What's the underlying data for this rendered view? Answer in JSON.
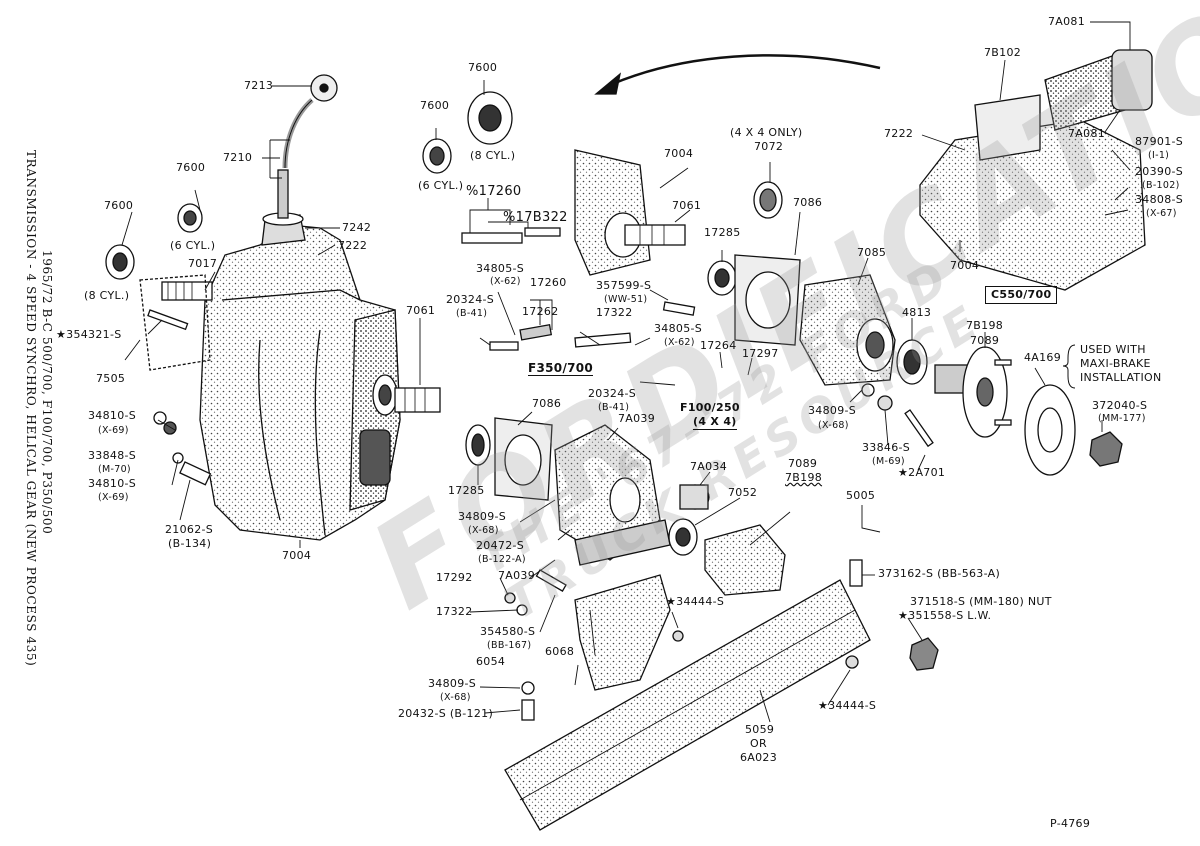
{
  "side_title": {
    "line1": "TRANSMISSION - 4 SPEED SYNCHRO, HELICAL GEAR (NEW PROCESS 435)",
    "line2": "1965/72  B-C 500/700, F100/700, P350/500"
  },
  "watermark": {
    "line1": "FORDIFICATION.COM",
    "line2": "THE '67-'72 FORD TRUCK RESOURCE"
  },
  "figure_id": "P-4769",
  "labels": {
    "l7213": "7213",
    "l7210": "7210",
    "l7600a": "7600",
    "l7600b": "7600",
    "l6cyl_a": "(6 CYL.)",
    "l8cyl_a": "(8 CYL.)",
    "l7242": "7242",
    "l7222": "7222",
    "l7017": "7017",
    "l354321": "★354321-S",
    "l7505": "7505",
    "l34810a": "34810-S",
    "lx69a": "(X-69)",
    "l33848": "33848-S",
    "lm70": "(M-70)",
    "l34810b": "34810-S",
    "lx69b": "(X-69)",
    "l21062": "21062-S",
    "lb134": "(B-134)",
    "l7004a": "7004",
    "l7061a": "7061",
    "l7600c": "7600",
    "l7600d": "7600",
    "l6cyl_b": "(6 CYL.)",
    "l8cyl_b": "(8 CYL.)",
    "l17260a": "%17260",
    "l17b322": "%17B322",
    "l34805a": "34805-S",
    "lx62a": "(X-62)",
    "l17260b": "17260",
    "l17262": "17262",
    "l20324a": "20324-S",
    "lb41a": "(B-41)",
    "l357599": "357599-S",
    "lww51": "(WW-51)",
    "l17322a": "17322",
    "l34805b": "34805-S",
    "lx62b": "(X-62)",
    "l17264": "17264",
    "l17297": "17297",
    "lf350": "F350/700",
    "l20324b": "20324-S",
    "lb41b": "(B-41)",
    "lf100": "F100/250",
    "l4x4": "(4 X 4)",
    "l7004b": "7004",
    "l7061b": "7061",
    "l4x4only": "(4 X 4 ONLY)",
    "l7072": "7072",
    "l17285a": "17285",
    "l7086a": "7086",
    "l7085": "7085",
    "l4813": "4813",
    "l7b198a": "7B198",
    "l7089a": "7089",
    "l4a169": "4A169",
    "lmaxi1": "USED WITH",
    "lmaxi2": "MAXI-BRAKE",
    "lmaxi3": "INSTALLATION",
    "l372040": "372040-S",
    "lmm177": "(MM-177)",
    "l34809a": "34809-S",
    "lx68a": "(X-68)",
    "l33846": "33846-S",
    "lm69": "(M-69)",
    "l2a701": "★2A701",
    "l7a081a": "7A081",
    "l7b102": "7B102",
    "l7222b": "7222",
    "l7a081b": "7A081",
    "l87901": "87901-S",
    "li1": "(I-1)",
    "l20390": "20390-S",
    "lb102": "(B-102)",
    "l34808": "34808-S",
    "lx67": "(X-67)",
    "l7004c": "7004",
    "lc550": "C550/700",
    "l7086b": "7086",
    "l7a039a": "7A039",
    "l7a034": "7A034",
    "l7052": "7052",
    "l7089b": "7089",
    "l7b198b": "7B198",
    "l17285b": "17285",
    "l34809b": "34809-S",
    "lx68b": "(X-68)",
    "l20472": "20472-S",
    "lb122": "(B-122-A)",
    "l17292": "17292",
    "l7a039b": "7A039",
    "l17322b": "17322",
    "l354580": "354580-S",
    "lbb167": "(BB-167)",
    "l6068": "6068",
    "l6054": "6054",
    "l34444a": "★34444-S",
    "l5005": "5005",
    "l373162": "373162-S (BB-563-A)",
    "l371518": "371518-S (MM-180)  NUT",
    "l351558": "★351558-S  L.W.",
    "l34444b": "★34444-S",
    "l34809c": "34809-S",
    "lx68c": "(X-68)",
    "l20432": "20432-S (B-121)",
    "l5059": "5059",
    "lor": "OR",
    "l6a023": "6A023"
  },
  "colors": {
    "ink": "#111111",
    "shade": "#9a9a9a",
    "watermark": "#cfcfcf"
  }
}
